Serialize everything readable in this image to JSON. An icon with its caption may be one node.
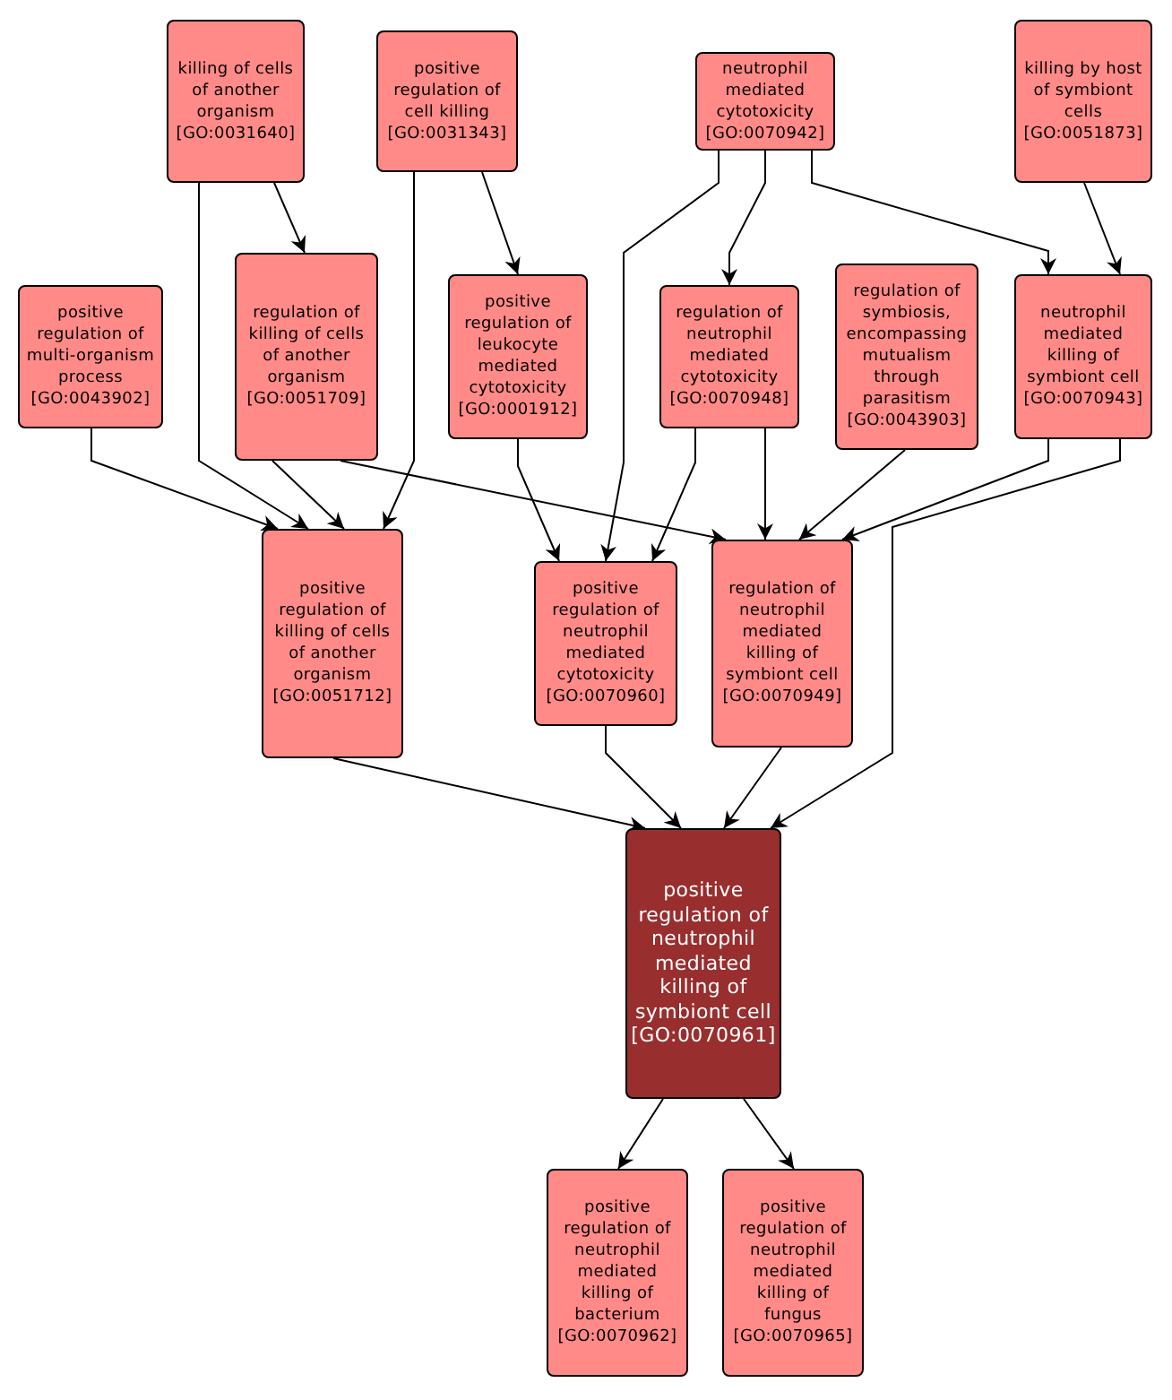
{
  "diagram": {
    "nodes": [
      {
        "text": [
          "killing of cells of another organism [GO:0031640]"
        ]
      },
      {
        "text": [
          "positive regulation of cell killing [GO:0031343]"
        ]
      },
      {
        "text": [
          "neutrophil mediated cytotoxicity [GO:0070942]"
        ]
      },
      {
        "text": [
          "killing by host of symbiont cells [GO:0051873]"
        ]
      },
      {
        "text": [
          "positive regulation of multi-organism process [GO:0043902]"
        ]
      },
      {
        "text": [
          "regulation of killing of cells of another organism [GO:0051709]"
        ]
      },
      {
        "text": [
          "positive regulation of leukocyte mediated cytotoxicity [GO:0001912]"
        ]
      },
      {
        "text": [
          "regulation of neutrophil mediated cytotoxicity [GO:0070948]"
        ]
      },
      {
        "text": [
          "regulation of symbiosis, encompassing mutualism through parasitism [GO:0043903]"
        ]
      },
      {
        "text": [
          "neutrophil mediated killing of symbiont cell [GO:0070943]"
        ]
      },
      {
        "text": [
          "positive regulation of killing of cells of another organism [GO:0051712]"
        ]
      },
      {
        "text": [
          "positive regulation of neutrophil mediated cytotoxicity [GO:0070960]"
        ]
      },
      {
        "text": [
          "regulation of neutrophil mediated killing of symbiont cell [GO:0070949]"
        ]
      },
      {
        "text": [
          "positive regulation of neutrophil mediated killing of symbiont cell [GO:0070961]"
        ]
      },
      {
        "text": [
          "positive regulation of neutrophil mediated killing of bacterium [GO:0070962]"
        ]
      },
      {
        "text": [
          "positive regulation of neutrophil mediated killing of fungus [GO:0070965]"
        ]
      }
    ],
    "edges": [
      {
        "from": 0,
        "to": 5,
        "arrow": "to"
      },
      {
        "from": 0,
        "to": 10,
        "arrow": "to"
      },
      {
        "from": 1,
        "to": 6,
        "arrow": "to"
      },
      {
        "from": 1,
        "to": 10,
        "arrow": "to"
      },
      {
        "from": 2,
        "to": 11,
        "arrow": "to"
      },
      {
        "from": 2,
        "to": 7,
        "arrow": "to"
      },
      {
        "from": 2,
        "to": 9,
        "arrow": "to"
      },
      {
        "from": 3,
        "to": 9,
        "arrow": "to"
      },
      {
        "from": 4,
        "to": 10,
        "arrow": "to"
      },
      {
        "from": 5,
        "to": 10,
        "arrow": "to"
      },
      {
        "from": 5,
        "to": 12,
        "arrow": "to"
      },
      {
        "from": 6,
        "to": 11,
        "arrow": "to"
      },
      {
        "from": 7,
        "to": 11,
        "arrow": "to"
      },
      {
        "from": 7,
        "to": 12,
        "arrow": "to"
      },
      {
        "from": 8,
        "to": 12,
        "arrow": "to"
      },
      {
        "from": 9,
        "to": 12,
        "arrow": "to"
      },
      {
        "from": 9,
        "to": 13,
        "arrow": "to"
      },
      {
        "from": 10,
        "to": 13,
        "arrow": "to"
      },
      {
        "from": 11,
        "to": 13,
        "arrow": "to"
      },
      {
        "from": 12,
        "to": 13,
        "arrow": "to"
      },
      {
        "from": 13,
        "to": 14,
        "arrow": "to"
      },
      {
        "from": 13,
        "to": 15,
        "arrow": "to"
      }
    ]
  }
}
